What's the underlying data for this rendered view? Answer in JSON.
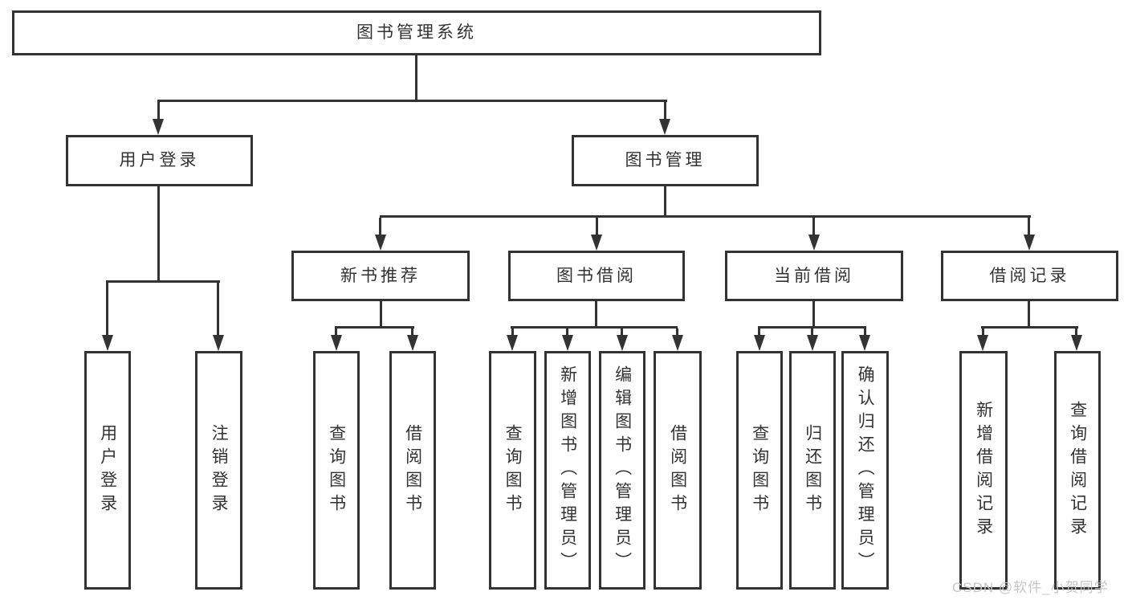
{
  "colors": {
    "line": "#333333",
    "text": "#333333",
    "box_bg": "#ffffff",
    "watermark": "#c6c6c6"
  },
  "diagram": {
    "root": {
      "label": "图书管理系统"
    },
    "level2": [
      {
        "label": "用户登录"
      },
      {
        "label": "图书管理"
      }
    ],
    "level3": [
      {
        "label": "新书推荐"
      },
      {
        "label": "图书借阅"
      },
      {
        "label": "当前借阅"
      },
      {
        "label": "借阅记录"
      }
    ],
    "leaves": {
      "user_login": [
        {
          "label": "用户登录"
        },
        {
          "label": "注销登录"
        }
      ],
      "new_book": [
        {
          "label": "查询图书"
        },
        {
          "label": "借阅图书"
        }
      ],
      "book_borrow": [
        {
          "label": "查询图书"
        },
        {
          "label": "新增图书（管理员）"
        },
        {
          "label": "编辑图书（管理员）"
        },
        {
          "label": "借阅图书"
        }
      ],
      "current_borrow": [
        {
          "label": "查询图书"
        },
        {
          "label": "归还图书"
        },
        {
          "label": "确认归还（管理员）"
        }
      ],
      "borrow_records": [
        {
          "label": "新增借阅记录"
        },
        {
          "label": "查询借阅记录"
        }
      ]
    }
  },
  "watermark": {
    "text": "CSDN @软件_小贺同学"
  }
}
